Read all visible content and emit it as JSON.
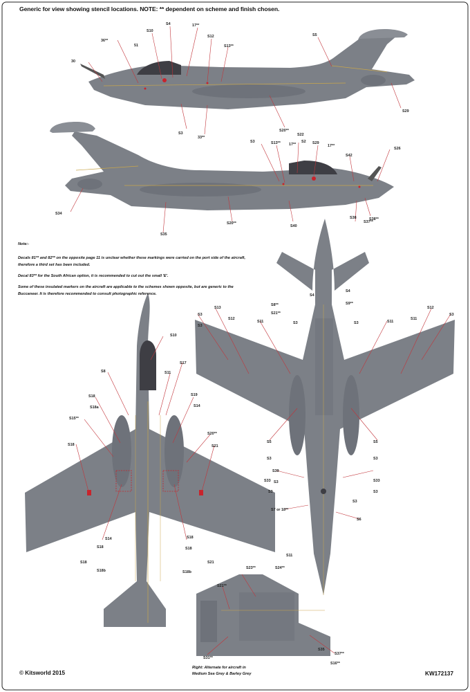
{
  "header": {
    "text": "Generic for view showing stencil locations. NOTE: ** dependent on scheme and finish chosen."
  },
  "notes": {
    "title": "Note:-",
    "paragraphs": [
      "Decals 81** and 82** on the opposite page 11 is unclear whether these markings were carried on the port side of the aircraft, therefore a third set has been included.",
      "Decal 83** for the South African option, it is recommended to cut out the small 'E'.",
      "Some of these insulated markers on the aircraft are applicable to the schemes shown opposite, but are generic to the Buccaneer. It is therefore recommended to consult photographic reference."
    ]
  },
  "caption": {
    "line1": "Right: Alternate for aircraft in",
    "line2": "Medium Sea Grey & Barley Grey"
  },
  "footer": {
    "copyright": "© Kitsworld 2015",
    "code": "KW172137"
  },
  "colors": {
    "aircraft_grey": "#7c8087",
    "canopy": "#3e3e44",
    "red_marks": "#c8242c",
    "yellow_lines": "#c9a64b",
    "leader_red": "#c2343a",
    "background": "#ffffff"
  },
  "callouts": {
    "side1": [
      "30",
      "36**",
      "S10",
      "51",
      "S4",
      "17**",
      "S12",
      "S13**",
      "S5",
      "S29",
      "S3",
      "33**",
      "S20**"
    ],
    "side2": [
      "S26",
      "S3",
      "S22",
      "S13**",
      "17**",
      "S2",
      "S29",
      "17**",
      "S42",
      "S34",
      "S35",
      "S20**",
      "S40",
      "S38",
      "S37**",
      "S38**"
    ],
    "planform_top": [
      "S10",
      "S8",
      "S11",
      "S17",
      "S18",
      "S18a",
      "S19",
      "S14",
      "S15**",
      "S18",
      "S20**",
      "S21",
      "S14",
      "S18",
      "S18",
      "S18",
      "S18",
      "S21",
      "S18b",
      "S18b"
    ],
    "planform_under": [
      "S4",
      "S8**",
      "S21**",
      "S9**",
      "S4",
      "S3",
      "S13",
      "S12",
      "S11",
      "S3",
      "S3",
      "S11",
      "S11",
      "S12",
      "S3",
      "S3",
      "S5",
      "S5",
      "S3",
      "S3",
      "S39",
      "S3",
      "S33",
      "S3",
      "S3",
      "S33",
      "S3",
      "S7 or 18**",
      "S6",
      "S11"
    ],
    "insert": [
      "S23**",
      "S21**",
      "S24**",
      "S35",
      "S31**",
      "S37**",
      "S16**"
    ]
  }
}
